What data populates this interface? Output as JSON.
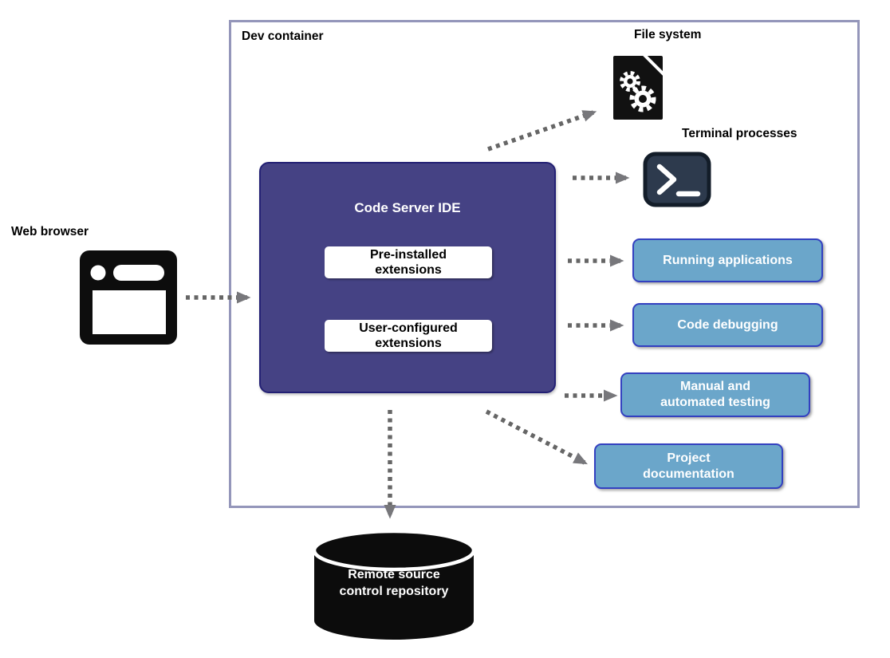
{
  "container": {
    "label": "Dev container"
  },
  "nodes": {
    "web_browser": {
      "label": "Web browser",
      "icon": "browser-window-icon"
    },
    "file_system": {
      "label": "File system",
      "icon": "file-gears-icon"
    },
    "terminal_processes": {
      "label": "Terminal processes",
      "icon": "terminal-prompt-icon"
    },
    "code_server_ide": {
      "title": "Code Server IDE",
      "extension_boxes": [
        {
          "lines": [
            "Pre-installed",
            "extensions"
          ]
        },
        {
          "lines": [
            "User-configured",
            "extensions"
          ]
        }
      ]
    },
    "running_applications": {
      "lines": [
        "Running applications"
      ]
    },
    "code_debugging": {
      "lines": [
        "Code debugging"
      ]
    },
    "manual_automated_testing": {
      "lines": [
        "Manual and",
        "automated testing"
      ]
    },
    "project_documentation": {
      "lines": [
        "Project",
        "documentation"
      ]
    },
    "remote_source_control_repository": {
      "lines": [
        "Remote source",
        "control repository"
      ],
      "icon": "database-cylinder-icon"
    }
  },
  "edges": [
    {
      "from": "web_browser",
      "to": "code_server_ide",
      "style": "dotted-arrow"
    },
    {
      "from": "code_server_ide",
      "to": "file_system",
      "style": "dotted-arrow"
    },
    {
      "from": "code_server_ide",
      "to": "terminal_processes",
      "style": "dotted-arrow"
    },
    {
      "from": "code_server_ide",
      "to": "running_applications",
      "style": "dotted-arrow"
    },
    {
      "from": "code_server_ide",
      "to": "code_debugging",
      "style": "dotted-arrow"
    },
    {
      "from": "code_server_ide",
      "to": "manual_automated_testing",
      "style": "dotted-arrow"
    },
    {
      "from": "code_server_ide",
      "to": "project_documentation",
      "style": "dotted-arrow"
    },
    {
      "from": "code_server_ide",
      "to": "remote_source_control_repository",
      "style": "dotted-arrow"
    }
  ],
  "colors": {
    "container_border": "#9496ba",
    "ide_fill": "#454284",
    "ide_border": "#232074",
    "output_box_fill": "#6ba6ca",
    "output_box_border": "#3340c0",
    "arrow_dash": "#666666",
    "arrow_head": "#77777b",
    "icon_black": "#0d0d0d",
    "terminal_fill": "#2d3a4d",
    "terminal_border": "#131d29",
    "box_text": "#ffffff",
    "label_text": "#000000"
  }
}
